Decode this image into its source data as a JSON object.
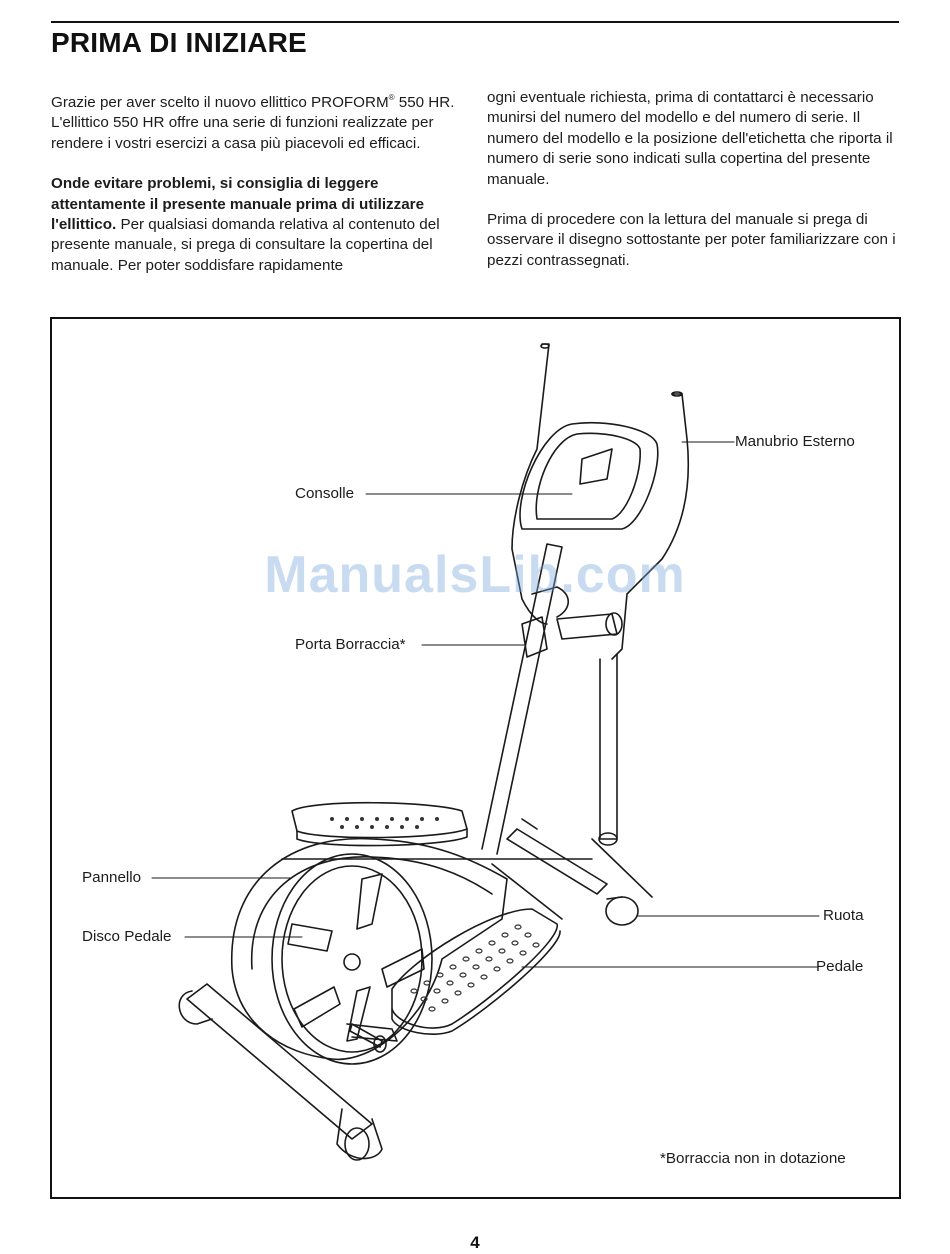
{
  "header": {
    "title": "PRIMA DI INIZIARE"
  },
  "intro": {
    "left": {
      "p1_a": "Grazie per aver scelto il nuovo ellittico PROFORM",
      "p1_reg": "®",
      "p1_b": " 550 HR. L'ellittico 550 HR offre una serie di funzioni realizzate per rendere i vostri esercizi a casa più piacevoli ed efficaci.",
      "p2_bold": "Onde evitare problemi, si consiglia di leggere attentamente il presente manuale prima di utilizzare l'ellittico.",
      "p2_rest": " Per qualsiasi domanda relativa al contenuto del presente manuale, si prega di consultare la copertina del manuale. Per poter soddisfare rapidamente"
    },
    "right": {
      "p1": "ogni eventuale richiesta, prima di contattarci è necessario munirsi del numero del modello e del numero di serie. Il numero del modello e la posizione dell'etichetta che riporta il numero di serie sono indicati sulla copertina del presente manuale.",
      "p2": "Prima di procedere con la lettura del manuale si prega di osservare il disegno sottostante per poter familiarizzare con i pezzi contrassegnati."
    }
  },
  "figure": {
    "labels": {
      "outer_handlebar": "Manubrio Esterno",
      "console": "Consolle",
      "bottle_holder": "Porta Borraccia*",
      "panel": "Pannello",
      "pedal_disc": "Disco Pedale",
      "wheel": "Ruota",
      "pedal": "Pedale"
    },
    "footnote": "*Borraccia non in dotazione",
    "line_color": "#1a1a1a"
  },
  "watermark": "ManualsLib.com",
  "footer": {
    "page_number": "4"
  }
}
